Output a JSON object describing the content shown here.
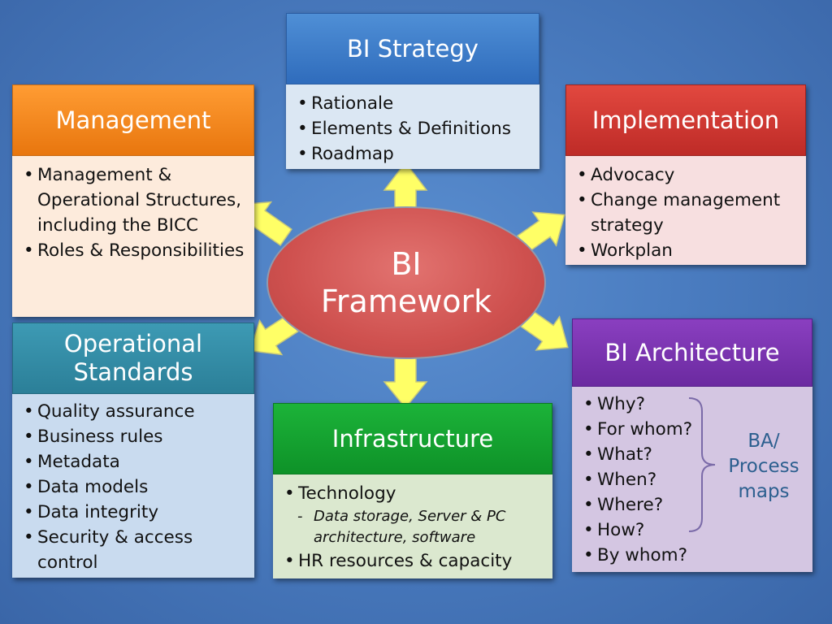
{
  "center": {
    "line1": "BI",
    "line2": "Framework"
  },
  "strategy": {
    "title": "BI Strategy",
    "items": [
      "Rationale",
      "Elements & Definitions",
      "Roadmap"
    ]
  },
  "management": {
    "title": "Management",
    "items": [
      "Management & Operational Structures, including the BICC",
      "Roles & Responsibilities"
    ]
  },
  "implementation": {
    "title": "Implementation",
    "items": [
      "Advocacy",
      "Change management strategy",
      "Workplan"
    ]
  },
  "standards": {
    "title_line1": "Operational",
    "title_line2": "Standards",
    "items": [
      "Quality assurance",
      "Business rules",
      "Metadata",
      "Data models",
      "Data integrity",
      "Security & access control"
    ]
  },
  "infrastructure": {
    "title": "Infrastructure",
    "item1": "Technology",
    "sub1": "Data storage, Server & PC architecture, software",
    "item2": "HR resources & capacity"
  },
  "architecture": {
    "title": "BI Architecture",
    "items": [
      "Why?",
      "For whom?",
      "What?",
      "When?",
      "Where?",
      "How?",
      "By whom?"
    ],
    "ba_line1": "BA/",
    "ba_line2": "Process",
    "ba_line3": "maps"
  },
  "colors": {
    "arrow_fill": "#ffff66",
    "arrow_stroke": "#d9d98a",
    "center_fill": "#cf514f"
  }
}
